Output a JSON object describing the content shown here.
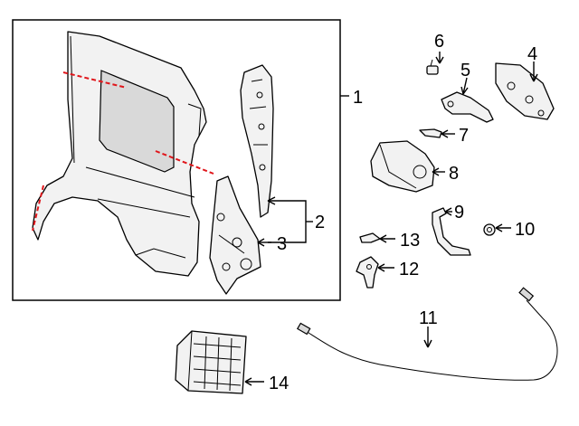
{
  "callouts": {
    "c1": "1",
    "c2": "2",
    "c3": "3",
    "c4": "4",
    "c5": "5",
    "c6": "6",
    "c7": "7",
    "c8": "8",
    "c9": "9",
    "c10": "10",
    "c11": "11",
    "c12": "12",
    "c13": "13",
    "c14": "14"
  },
  "colors": {
    "cut_line": "#e0161b",
    "line": "#000000",
    "background": "#ffffff"
  }
}
